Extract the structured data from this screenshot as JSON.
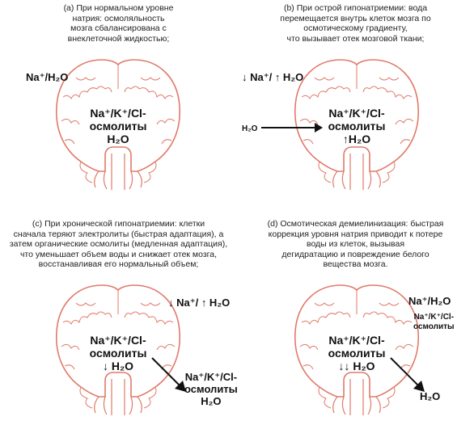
{
  "panels": [
    {
      "caption": "(a) При нормальном уровне\nнатрия: осмоляльность\nмозга сбалансирована с\nвнеклеточной жидкостью;",
      "center": "Na⁺/K⁺/Cl-\nосмолиты\nH₂O",
      "outer": "Na⁺/H₂O"
    },
    {
      "caption": "(b) При острой гипонатриемии: вода\nперемещается внутрь клеток мозга по\nосмотическому градиенту,\nчто вызывает отек мозговой ткани;",
      "center": "Na⁺/K⁺/Cl-\nосмолиты\n↑H₂O",
      "outer": "↓ Na⁺/ ↑ H₂O",
      "arrow_label": "H₂O"
    },
    {
      "caption": "(c) При хронической гипонатриемии: клетки\nсначала теряют электролиты (быстрая адаптация), а\nзатем органические осмолиты (медленная адаптация),\nчто уменьшает объем воды и снижает отек мозга,\nвосстанавливая его нормальный объем;",
      "center": "Na⁺/K⁺/Cl-\nосмолиты\n↓ H₂O",
      "outer": "↓ Na⁺/ ↑ H₂O",
      "arrow_label": "Na⁺/K⁺/Cl-\nосмолиты\nH₂O"
    },
    {
      "caption": "(d) Осмотическая демиелинизация: быстрая\nкоррекция уровня натрия приводит к потере\nводы из клеток, вызывая\nдегидратацию и повреждение белого\nвещества мозга.",
      "center": "Na⁺/K⁺/Cl-\nосмолиты\n↓↓ H₂O",
      "outer": "Na⁺/H₂O",
      "outer2": "Na⁺/K⁺/Cl-\nосмолиты",
      "arrow_label": "H₂O"
    }
  ],
  "colors": {
    "brain_outline": "#e07a6a",
    "text": "#111111"
  }
}
